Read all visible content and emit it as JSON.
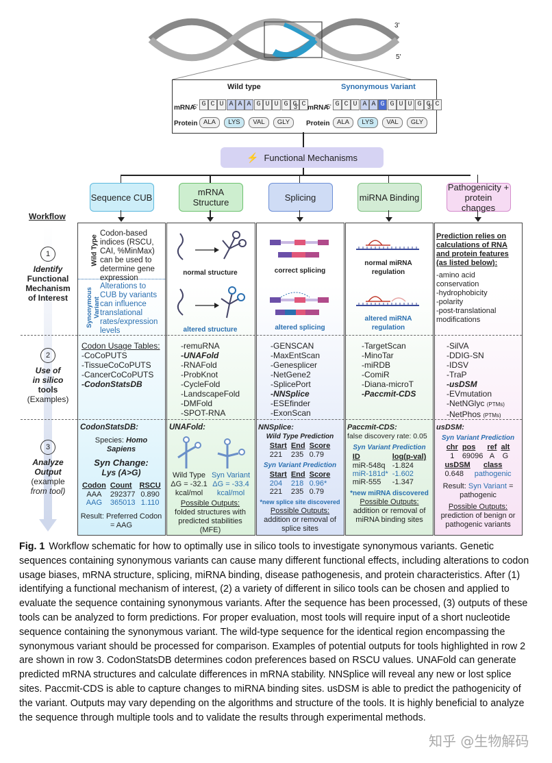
{
  "dna": {
    "label_3": "3'",
    "label_5": "5'"
  },
  "seq": {
    "wt_title": "Wild type",
    "syn_title": "Synonymous Variant",
    "mrna_label": "mRNA",
    "protein_label": "Protein",
    "wt_codons": [
      "G",
      "C",
      "U",
      "A",
      "A",
      "A",
      "G",
      "U",
      "U",
      "G",
      "G",
      "C"
    ],
    "syn_codons": [
      "G",
      "C",
      "U",
      "A",
      "A",
      "G",
      "G",
      "U",
      "U",
      "G",
      "G",
      "C"
    ],
    "five": "5'",
    "three": "3'",
    "aa": [
      "ALA",
      "LYS",
      "VAL",
      "GLY"
    ]
  },
  "mechanisms": {
    "label": "Functional Mechanisms"
  },
  "workflow_label": "Workflow",
  "columns": [
    {
      "title": "Sequence CUB",
      "color": "#cdeef9",
      "border": "#5bb8dd"
    },
    {
      "title": "mRNA Structure",
      "color": "#cdeecf",
      "border": "#6cc16f"
    },
    {
      "title": "Splicing",
      "color": "#cfdcf5",
      "border": "#6b8ed6"
    },
    {
      "title": "miRNA Binding",
      "color": "#d3ecd5",
      "border": "#7cbf7f"
    },
    {
      "title": "Pathogenicity + protein changes",
      "color": "#f6dbf3",
      "border": "#d48ccc"
    }
  ],
  "rows": {
    "r1": {
      "num": "1",
      "line1": "Identify",
      "line2": "Functional",
      "line3": "Mechanism",
      "line4": "of Interest"
    },
    "r2": {
      "num": "2",
      "line1": "Use of",
      "line2": "in silico",
      "line3": "tools",
      "line4": "(Examples)"
    },
    "r3": {
      "num": "3",
      "line1": "Analyze",
      "line2": "Output",
      "line3": "(example",
      "line4": "from tool)"
    }
  },
  "cub": {
    "wt_side": "Wild Type",
    "wt_text": "Codon-based indices (RSCU, CAI, %MinMax) can be used to determine gene expression",
    "syn_side": "Synonymous Variant",
    "syn_text": "Alterations to CUB by variants can influence translational rates/expression levels",
    "tools_head": "Codon Usage Tables:",
    "tools": [
      "-CoCoPUTS",
      "-TissueCoCoPUTS",
      "-CancerCoCoPUTS"
    ],
    "tool_bold": "-CodonStatsDB",
    "out_title": "CodonStatsDB:",
    "species_label": "Species:",
    "species": "Homo Sapiens",
    "syn_change": "Syn Change:",
    "syn_change_val": "Lys (A>G)",
    "table_head": [
      "Codon",
      "Count",
      "RSCU"
    ],
    "table_rows": [
      [
        "AAA",
        "292377",
        "0.890"
      ],
      [
        "AAG",
        "365013",
        "1.110"
      ]
    ],
    "result": "Result: Preferred Codon = AAG"
  },
  "mrna": {
    "normal": "normal structure",
    "altered": "altered structure",
    "tools": [
      "-remuRNA",
      "-UNAFold",
      "-RNAFold",
      "-ProbKnot",
      "-CycleFold",
      "-LandscapeFold",
      "-DMFold",
      "-SPOT-RNA"
    ],
    "out_title": "UNAFold:",
    "wt_label": "Wild Type",
    "wt_dg": "ΔG = -32.1",
    "wt_unit": "kcal/mol",
    "syn_label": "Syn Variant",
    "syn_dg": "ΔG = -33.4",
    "syn_unit": "kcal/mol",
    "possible": "Possible Outputs:",
    "possible_text": "folded structures with predicted stabilities (MFE)"
  },
  "splice": {
    "correct": "correct splicing",
    "altered": "altered splicing",
    "tools": [
      "-GENSCAN",
      "-MaxEntScan",
      "-Genesplicer",
      "-NetGene2",
      "-SplicePort",
      "-NNSplice",
      "-ESEfinder",
      "-ExonScan"
    ],
    "out_title": "NNSplice:",
    "wt_pred": "Wild Type Prediction",
    "syn_pred": "Syn Variant Prediction",
    "head": [
      "Start",
      "End",
      "Score"
    ],
    "wt_rows": [
      [
        "221",
        "235",
        "0.79"
      ]
    ],
    "syn_rows": [
      [
        "204",
        "218",
        "0.96*"
      ],
      [
        "221",
        "235",
        "0.79"
      ]
    ],
    "new_site": "*new splice site discovered",
    "possible": "Possible Outputs:",
    "possible_text": "addition or removal of splice sites"
  },
  "mirna": {
    "normal": "normal miRNA regulation",
    "altered": "altered miRNA regulation",
    "tools": [
      "-TargetScan",
      "-MinoTar",
      "-miRDB",
      "-ComiR",
      "-Diana-microT",
      "-Paccmit-CDS"
    ],
    "out_title": "Paccmit-CDS:",
    "fdr": "false discovery rate: 0.05",
    "syn_pred": "Syn Variant Prediction",
    "head": [
      "ID",
      "log(p-val)"
    ],
    "rows": [
      [
        "miR-548q",
        "-1.824"
      ],
      [
        "miR-181d*",
        "-1.602"
      ],
      [
        "miR-555",
        "-1.347"
      ]
    ],
    "new_site": "*new miRNA discovered",
    "possible": "Possible Outputs:",
    "possible_text": "addition or removal of miRNA binding sites"
  },
  "patho": {
    "head": "Prediction relies on calculations of RNA and protein features (as listed below):",
    "features": [
      "-amino acid conservation",
      "-hydrophobicity",
      "-polarity",
      "-post-translational modifications"
    ],
    "tools": [
      "-SilVA",
      "-DDIG-SN",
      "-IDSV",
      "-TraP",
      "-usDSM",
      "-EVmutation",
      "-NetNGlyc",
      "-NetPhos"
    ],
    "ptm": "(PTMs)",
    "out_title": "usDSM:",
    "syn_pred": "Syn Variant Prediction",
    "head1": [
      "chr",
      "pos",
      "ref",
      "alt"
    ],
    "row1": [
      "1",
      "69096",
      "A",
      "G"
    ],
    "head2": [
      "usDSM",
      "class"
    ],
    "row2": [
      "0.648",
      "pathogenic"
    ],
    "result_label": "Result:",
    "result_syn": "Syn Variant",
    "result_eq": "=",
    "result_val": "pathogenic",
    "possible": "Possible Outputs:",
    "possible_text": "prediction of benign or pathogenic variants"
  },
  "caption": {
    "fig": "Fig. 1",
    "text": "Workflow schematic for how to optimally use in silico tools to investigate synonymous variants. Genetic sequences containing synonymous variants can cause many different functional effects, including alterations to codon usage biases, mRNA structure, splicing, miRNA binding, disease pathogenesis, and protein characteristics. After (1) identifying a functional mechanism of interest, (2) a variety of different in silico tools can be chosen and applied to evaluate the sequence containing synonymous variants. After the sequence has been processed, (3) outputs of these tools can be analyzed to form predictions. For proper evaluation, most tools will require input of a short nucleotide sequence containing the synonymous variant. The wild-type sequence for the identical region encompassing the synonymous variant should be processed for comparison. Examples of potential outputs for tools highlighted in row 2 are shown in row 3. CodonStatsDB determines codon preferences based on RSCU values. UNAFold can generate predicted mRNA structures and calculate differences in mRNA stability. NNSplice will reveal any new or lost splice sites. Paccmit-CDS is able to capture changes to miRNA binding sites. usDSM is able to predict the pathogenicity of the variant. Outputs may vary depending on the algorithms and structure of the tools. It is highly beneficial to analyze the sequence through multiple tools and to validate the results through experimental methods."
  },
  "watermark": "知乎 @生物解码"
}
